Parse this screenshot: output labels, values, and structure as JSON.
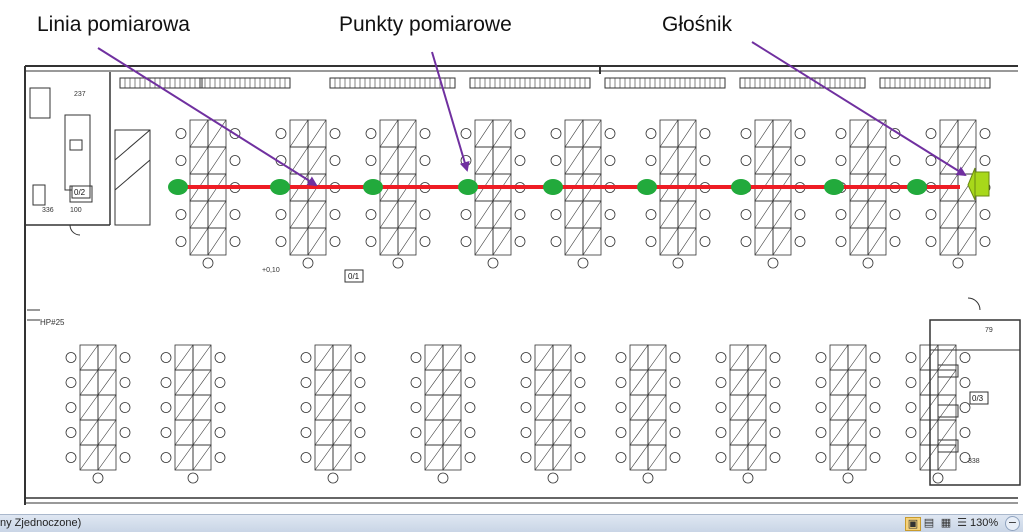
{
  "callouts": {
    "measurement_line": "Linia pomiarowa",
    "measurement_points": "Punkty pomiarowe",
    "speaker": "Głośnik"
  },
  "plan_labels": {
    "room_top": "0/1",
    "room_left": "0/2",
    "room_right": "0/3",
    "level": "+0,10",
    "hp": "HP#25",
    "dim_237": "237",
    "dim_100": "100",
    "dim_79": "79",
    "dim_338": "338",
    "dim_336": "336"
  },
  "status_bar": {
    "left_text": "ny Zjednoczone)",
    "zoom": "130%",
    "icons": [
      "print-layout-icon",
      "full-screen-icon",
      "web-layout-icon",
      "outline-icon",
      "draft-icon"
    ]
  },
  "colors": {
    "measurement_line": "#ee1c24",
    "measurement_point": "#22aa3c",
    "speaker": "#a8d81a",
    "arrow": "#7030a0",
    "drawing": "#333333"
  },
  "measurement_points_count": 9
}
